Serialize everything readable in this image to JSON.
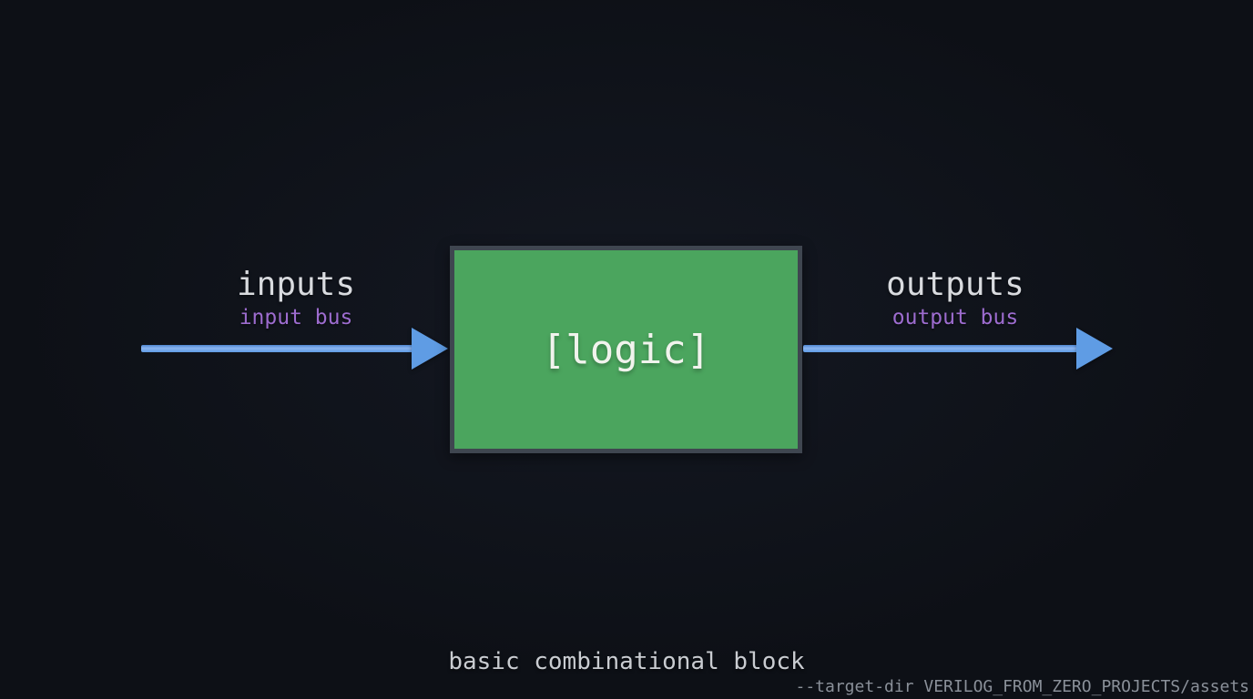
{
  "diagram": {
    "title": "basic combinational block",
    "block": {
      "label": "[logic]"
    },
    "input": {
      "label": "inputs",
      "sublabel": "input bus"
    },
    "output": {
      "label": "outputs",
      "sublabel": "output bus"
    },
    "caption": "basic combinational block",
    "watermark": "--target-dir VERILOG_FROM_ZERO_PROJECTS/assets",
    "colors": {
      "bg_center": "#141822",
      "bg_edge": "#0d1016",
      "block_fill": "#4ba55e",
      "block_border": "#3f4650",
      "block_text": "#f1f3ed",
      "arrow": "#5f9ce4",
      "label": "#d9dbdf",
      "sublabel": "#9d6ccf",
      "caption": "#c9ccd1",
      "watermark": "#8a9099"
    }
  }
}
